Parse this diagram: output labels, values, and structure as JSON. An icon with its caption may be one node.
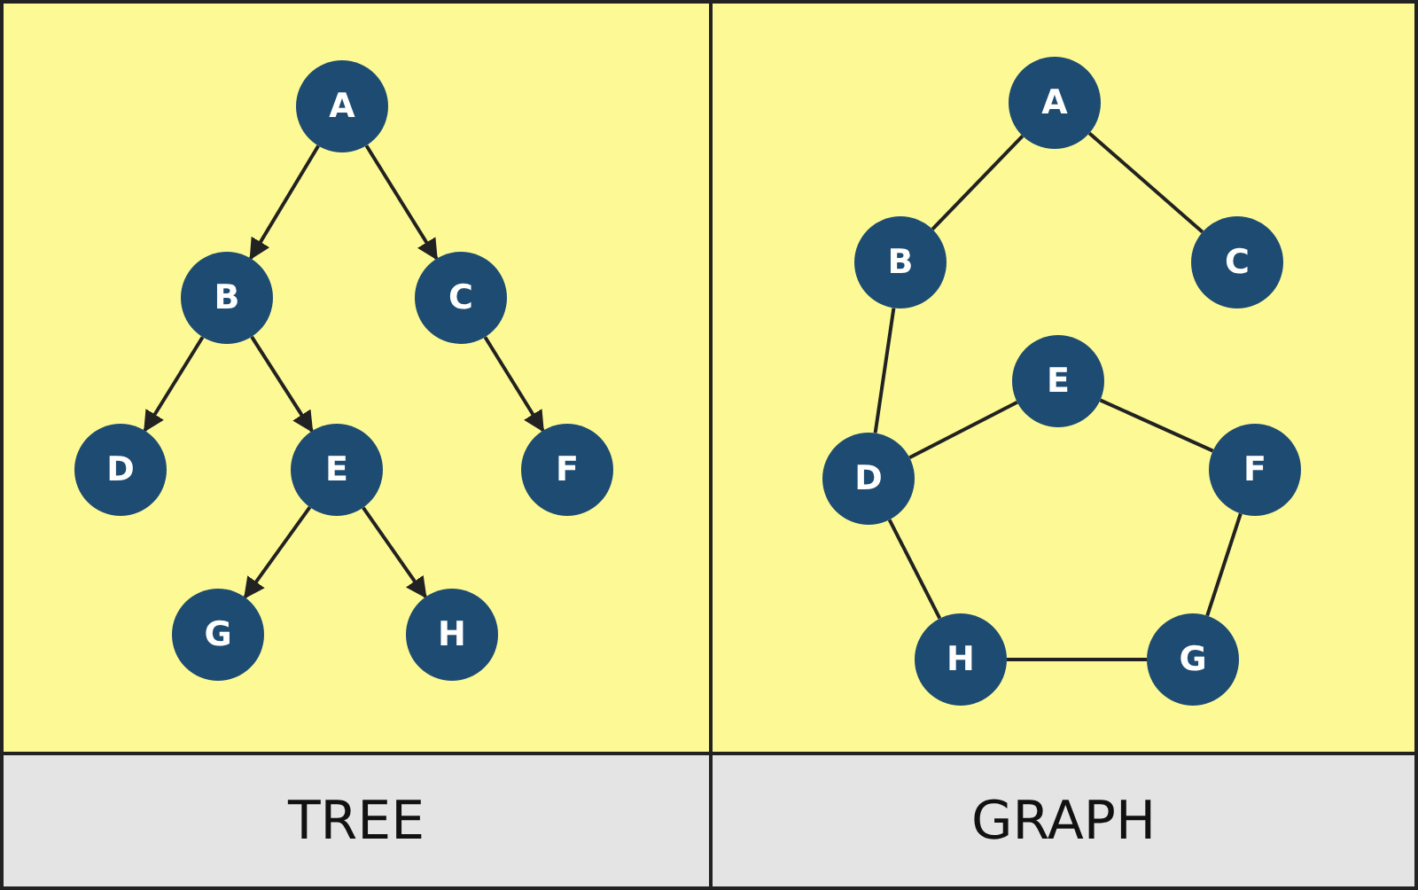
{
  "diagram": {
    "nodes": [
      {
        "text": [
          "TREE"
        ]
      },
      {
        "text": [
          "A"
        ],
        "in": 0
      },
      {
        "text": [
          "B"
        ],
        "in": 0
      },
      {
        "text": [
          "C"
        ],
        "in": 0
      },
      {
        "text": [
          "D"
        ],
        "in": 0
      },
      {
        "text": [
          "E"
        ],
        "in": 0
      },
      {
        "text": [
          "F"
        ],
        "in": 0
      },
      {
        "text": [
          "G"
        ],
        "in": 0
      },
      {
        "text": [
          "H"
        ],
        "in": 0
      },
      {
        "text": [
          "GRAPH"
        ]
      },
      {
        "text": [
          "A"
        ],
        "in": 9
      },
      {
        "text": [
          "B"
        ],
        "in": 9
      },
      {
        "text": [
          "C"
        ],
        "in": 9
      },
      {
        "text": [
          "E"
        ],
        "in": 9
      },
      {
        "text": [
          "D"
        ],
        "in": 9
      },
      {
        "text": [
          "F"
        ],
        "in": 9
      },
      {
        "text": [
          "H"
        ],
        "in": 9
      },
      {
        "text": [
          "G"
        ],
        "in": 9
      }
    ],
    "edges": [
      {
        "from": 1,
        "to": 2,
        "arrow": "to"
      },
      {
        "from": 1,
        "to": 3,
        "arrow": "to"
      },
      {
        "from": 2,
        "to": 4,
        "arrow": "to"
      },
      {
        "from": 2,
        "to": 5,
        "arrow": "to"
      },
      {
        "from": 3,
        "to": 6,
        "arrow": "to"
      },
      {
        "from": 5,
        "to": 7,
        "arrow": "to"
      },
      {
        "from": 5,
        "to": 8,
        "arrow": "to"
      },
      {
        "from": 10,
        "to": 11,
        "arrow": "none"
      },
      {
        "from": 10,
        "to": 12,
        "arrow": "none"
      },
      {
        "from": 11,
        "to": 14,
        "arrow": "none"
      },
      {
        "from": 14,
        "to": 13,
        "arrow": "none"
      },
      {
        "from": 13,
        "to": 15,
        "arrow": "none"
      },
      {
        "from": 15,
        "to": 17,
        "arrow": "none"
      },
      {
        "from": 17,
        "to": 16,
        "arrow": "none"
      },
      {
        "from": 16,
        "to": 14,
        "arrow": "none"
      }
    ]
  }
}
